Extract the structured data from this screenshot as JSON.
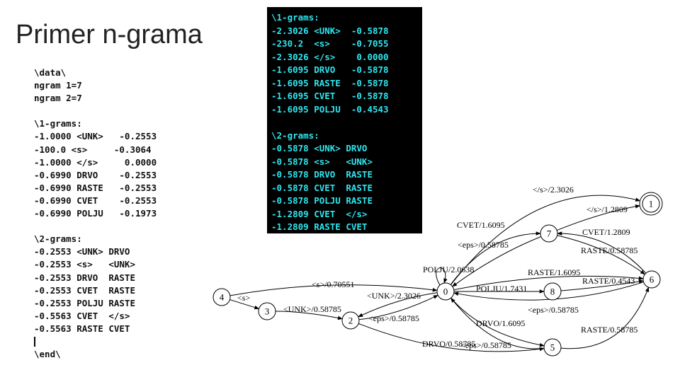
{
  "title": "Primer n-grama",
  "lm_log10": [
    "\\data\\",
    "ngram 1=7",
    "ngram 2=7",
    "",
    "\\1-grams:",
    "-1.0000 <UNK>   -0.2553",
    "-100.0 <s>     -0.3064",
    "-1.0000 </s>     0.0000",
    "-0.6990 DRVO    -0.2553",
    "-0.6990 RASTE   -0.2553",
    "-0.6990 CVET    -0.2553",
    "-0.6990 POLJU   -0.1973",
    "",
    "\\2-grams:",
    "-0.2553 <UNK> DRVO",
    "-0.2553 <s>   <UNK>",
    "-0.2553 DRVO  RASTE",
    "-0.2553 CVET  RASTE",
    "-0.2553 POLJU RASTE",
    "-0.5563 CVET  </s>",
    "-0.5563 RASTE CVET"
  ],
  "lm_end": "\\end\\",
  "lm_ln": [
    "\\1-grams:",
    "-2.3026 <UNK>  -0.5878",
    "-230.2  <s>    -0.7055",
    "-2.3026 </s>    0.0000",
    "-1.6095 DRVO   -0.5878",
    "-1.6095 RASTE  -0.5878",
    "-1.6095 CVET   -0.5878",
    "-1.6095 POLJU  -0.4543",
    "",
    "\\2-grams:",
    "-0.5878 <UNK> DRVO",
    "-0.5878 <s>   <UNK>",
    "-0.5878 DRVO  RASTE",
    "-0.5878 CVET  RASTE",
    "-0.5878 POLJU RASTE",
    "-1.2809 CVET  </s>",
    "-1.2809 RASTE CVET"
  ],
  "fst": {
    "nodes": [
      {
        "id": "0",
        "final": false
      },
      {
        "id": "1",
        "final": true
      },
      {
        "id": "2",
        "final": false
      },
      {
        "id": "3",
        "final": false
      },
      {
        "id": "4",
        "final": false
      },
      {
        "id": "5",
        "final": false
      },
      {
        "id": "6",
        "final": false
      },
      {
        "id": "7",
        "final": false
      },
      {
        "id": "8",
        "final": false
      }
    ],
    "edges": [
      {
        "from": "4",
        "to": "0",
        "label": "<s>/0.70551"
      },
      {
        "from": "4",
        "to": "3",
        "label": "<s>"
      },
      {
        "from": "3",
        "to": "2",
        "label": "<UNK>/0.58785"
      },
      {
        "from": "0",
        "to": "2",
        "label": "<UNK>/2.3026"
      },
      {
        "from": "2",
        "to": "0",
        "label": "<eps>/0.58785"
      },
      {
        "from": "2",
        "to": "5",
        "label": "DRVO/0.58785"
      },
      {
        "from": "0",
        "to": "0",
        "label": "POLJU/2.0638"
      },
      {
        "from": "0",
        "to": "1",
        "label": "</s>/2.3026"
      },
      {
        "from": "0",
        "to": "7",
        "label": "CVET/1.6095"
      },
      {
        "from": "7",
        "to": "0",
        "label": "<eps>/0.58785"
      },
      {
        "from": "7",
        "to": "1",
        "label": "</s>/1.2809"
      },
      {
        "from": "6",
        "to": "7",
        "label": "CVET/1.2809"
      },
      {
        "from": "7",
        "to": "6",
        "label": "RASTE/0.58785"
      },
      {
        "from": "0",
        "to": "6",
        "label": "RASTE/1.6095"
      },
      {
        "from": "0",
        "to": "8",
        "label": "POLJU/1.7431"
      },
      {
        "from": "8",
        "to": "6",
        "label": "RASTE/0.4543"
      },
      {
        "from": "6",
        "to": "0",
        "label": "<eps>/0.58785"
      },
      {
        "from": "0",
        "to": "5",
        "label": "DRVO/1.6095"
      },
      {
        "from": "5",
        "to": "0",
        "label": "<eps>/0.58785"
      },
      {
        "from": "5",
        "to": "6",
        "label": "RASTE/0.58785"
      }
    ]
  }
}
